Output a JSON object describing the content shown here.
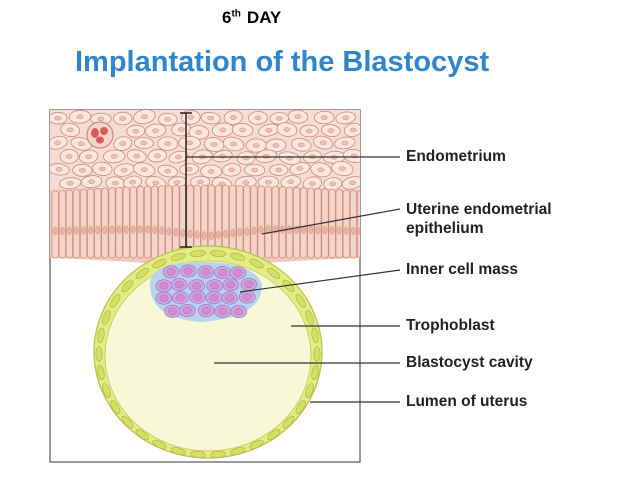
{
  "header": {
    "day_num": "6",
    "day_suffix": "th",
    "day_word": "DAY",
    "title": "Implantation of the Blastocyst"
  },
  "labels": {
    "endometrium": "Endometrium",
    "epithelium_line1": "Uterine endometrial",
    "epithelium_line2": "epithelium",
    "inner_cell_mass": "Inner cell mass",
    "trophoblast": "Trophoblast",
    "blastocyst_cavity": "Blastocyst cavity",
    "lumen": "Lumen of uterus"
  },
  "colors": {
    "title": "#2f86c9",
    "endometrium_fill": "#f7dcd2",
    "cell_stroke": "#c98a7e",
    "epithelium_fill": "#f3c8ba",
    "trophoblast": "#e4ec86",
    "cavity": "#f7f8d6",
    "inner_cell_mass": "#c9a6e0",
    "icm_nucleus": "#d58bd4",
    "leader": "#333333"
  }
}
